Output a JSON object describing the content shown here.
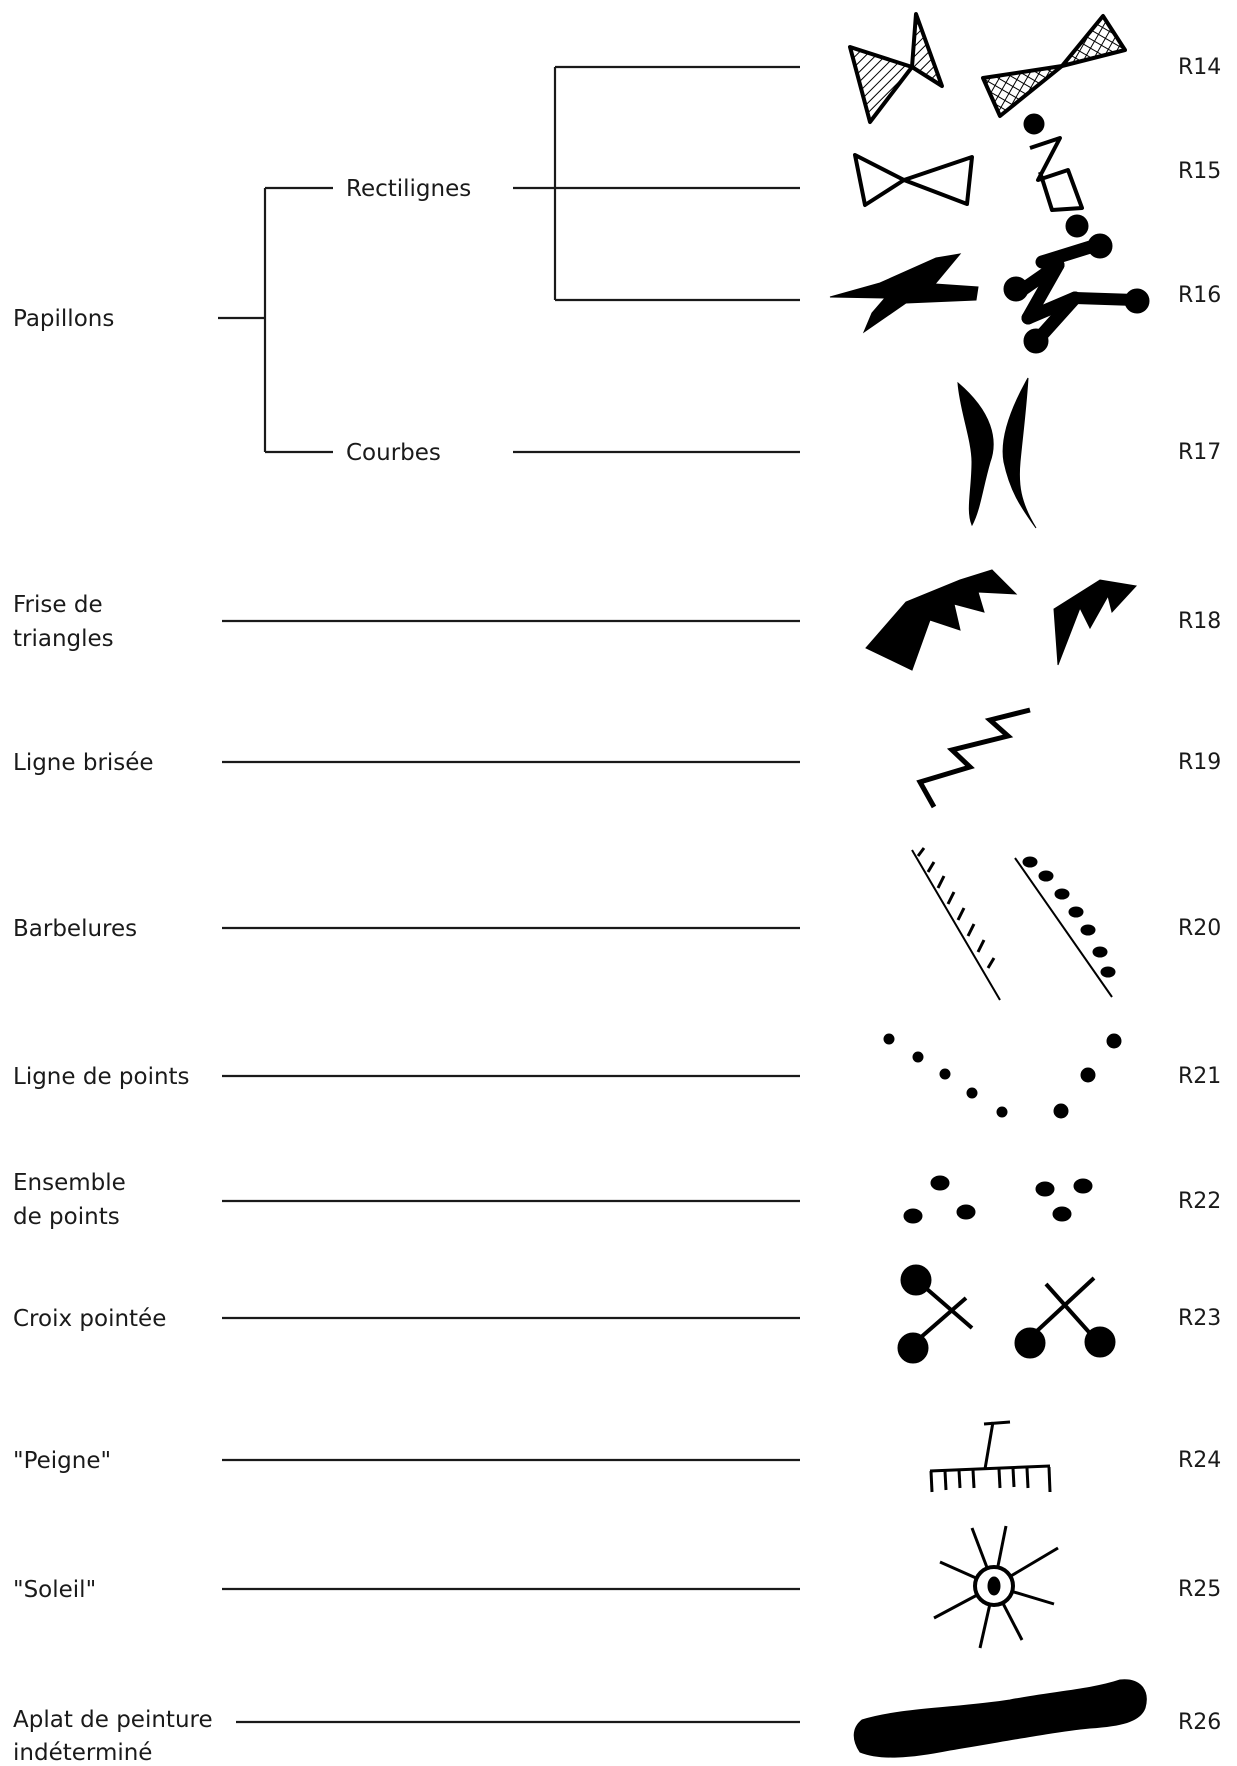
{
  "tree": {
    "root": "Papillons",
    "branches": [
      {
        "label": "Rectilignes",
        "codes": [
          "R14",
          "R15",
          "R16"
        ]
      },
      {
        "label": "Courbes",
        "codes": [
          "R17"
        ]
      }
    ]
  },
  "categories": [
    {
      "label_lines": [
        "Papillons"
      ]
    },
    {
      "label_lines": [
        "Frise de",
        "triangles"
      ],
      "code": "R18"
    },
    {
      "label_lines": [
        "Ligne brisée"
      ],
      "code": "R19"
    },
    {
      "label_lines": [
        "Barbelures"
      ],
      "code": "R20"
    },
    {
      "label_lines": [
        "Ligne de points"
      ],
      "code": "R21"
    },
    {
      "label_lines": [
        "Ensemble",
        "de points"
      ],
      "code": "R22"
    },
    {
      "label_lines": [
        "Croix pointée"
      ],
      "code": "R23"
    },
    {
      "label_lines": [
        "\"Peigne\""
      ],
      "code": "R24"
    },
    {
      "label_lines": [
        "\"Soleil\""
      ],
      "code": "R25"
    },
    {
      "label_lines": [
        "Aplat de peinture",
        "indéterminé"
      ],
      "code": "R26"
    }
  ]
}
